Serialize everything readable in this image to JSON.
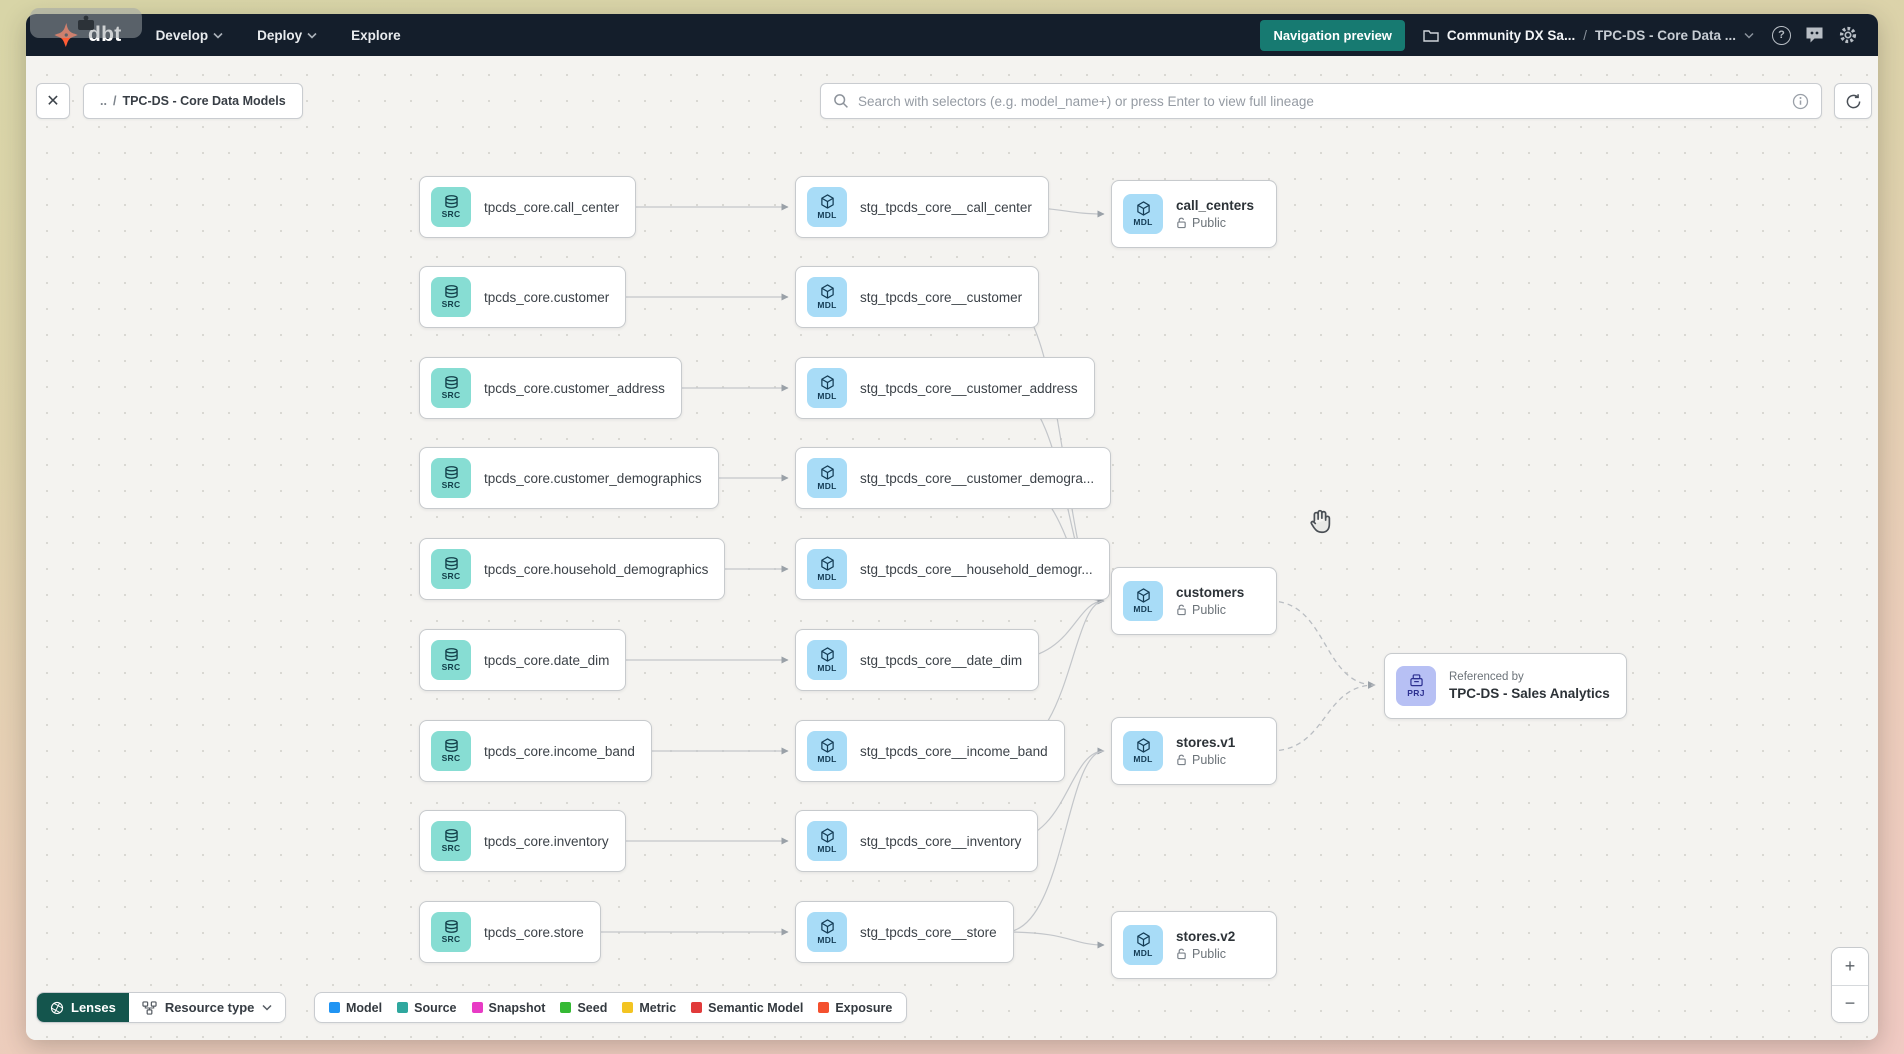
{
  "navbar": {
    "logo": "dbt",
    "menus": [
      {
        "label": "Develop"
      },
      {
        "label": "Deploy"
      },
      {
        "label": "Explore"
      }
    ],
    "preview_button": "Navigation preview",
    "project_crumb": "Community DX Sa...",
    "crumb_separator": "/",
    "page_crumb": "TPC-DS - Core Data ...",
    "help_glyph": "?",
    "colors": {
      "navbar_bg": "#141e2b",
      "accent_teal": "#177a71",
      "logo_orange": "#ff5c35"
    }
  },
  "toolbar": {
    "close_glyph": "✕",
    "up_link": "..",
    "separator": "/",
    "breadcrumb_label": "TPC-DS - Core Data Models",
    "search_placeholder": "Search with selectors (e.g. model_name+) or press Enter to view full lineage"
  },
  "graph": {
    "badges": {
      "source": "SRC",
      "model": "MDL",
      "project": "PRJ"
    },
    "sources": [
      {
        "label": "tpcds_core.call_center"
      },
      {
        "label": "tpcds_core.customer"
      },
      {
        "label": "tpcds_core.customer_address"
      },
      {
        "label": "tpcds_core.customer_demographics"
      },
      {
        "label": "tpcds_core.household_demographics"
      },
      {
        "label": "tpcds_core.date_dim"
      },
      {
        "label": "tpcds_core.income_band"
      },
      {
        "label": "tpcds_core.inventory"
      },
      {
        "label": "tpcds_core.store"
      }
    ],
    "models": [
      {
        "label": "stg_tpcds_core__call_center"
      },
      {
        "label": "stg_tpcds_core__customer"
      },
      {
        "label": "stg_tpcds_core__customer_address"
      },
      {
        "label": "stg_tpcds_core__customer_demogra..."
      },
      {
        "label": "stg_tpcds_core__household_demogr..."
      },
      {
        "label": "stg_tpcds_core__date_dim"
      },
      {
        "label": "stg_tpcds_core__income_band"
      },
      {
        "label": "stg_tpcds_core__inventory"
      },
      {
        "label": "stg_tpcds_core__store"
      }
    ],
    "public_models": [
      {
        "label": "call_centers",
        "visibility": "Public"
      },
      {
        "label": "customers",
        "visibility": "Public"
      },
      {
        "label": "stores.v1",
        "visibility": "Public"
      },
      {
        "label": "stores.v2",
        "visibility": "Public"
      }
    ],
    "project_node": {
      "caption": "Referenced by",
      "label": "TPC-DS - Sales Analytics"
    }
  },
  "footer": {
    "lenses_label": "Lenses",
    "resource_type_label": "Resource type",
    "legend": [
      {
        "label": "Model",
        "color": "#2094f3"
      },
      {
        "label": "Source",
        "color": "#2fa79e"
      },
      {
        "label": "Snapshot",
        "color": "#e83bc5"
      },
      {
        "label": "Seed",
        "color": "#35b934"
      },
      {
        "label": "Metric",
        "color": "#f3c422"
      },
      {
        "label": "Semantic Model",
        "color": "#e13b3b"
      },
      {
        "label": "Exposure",
        "color": "#f4502e"
      }
    ]
  },
  "zoom_controls": {
    "zoom_in": "+",
    "zoom_out": "−"
  }
}
